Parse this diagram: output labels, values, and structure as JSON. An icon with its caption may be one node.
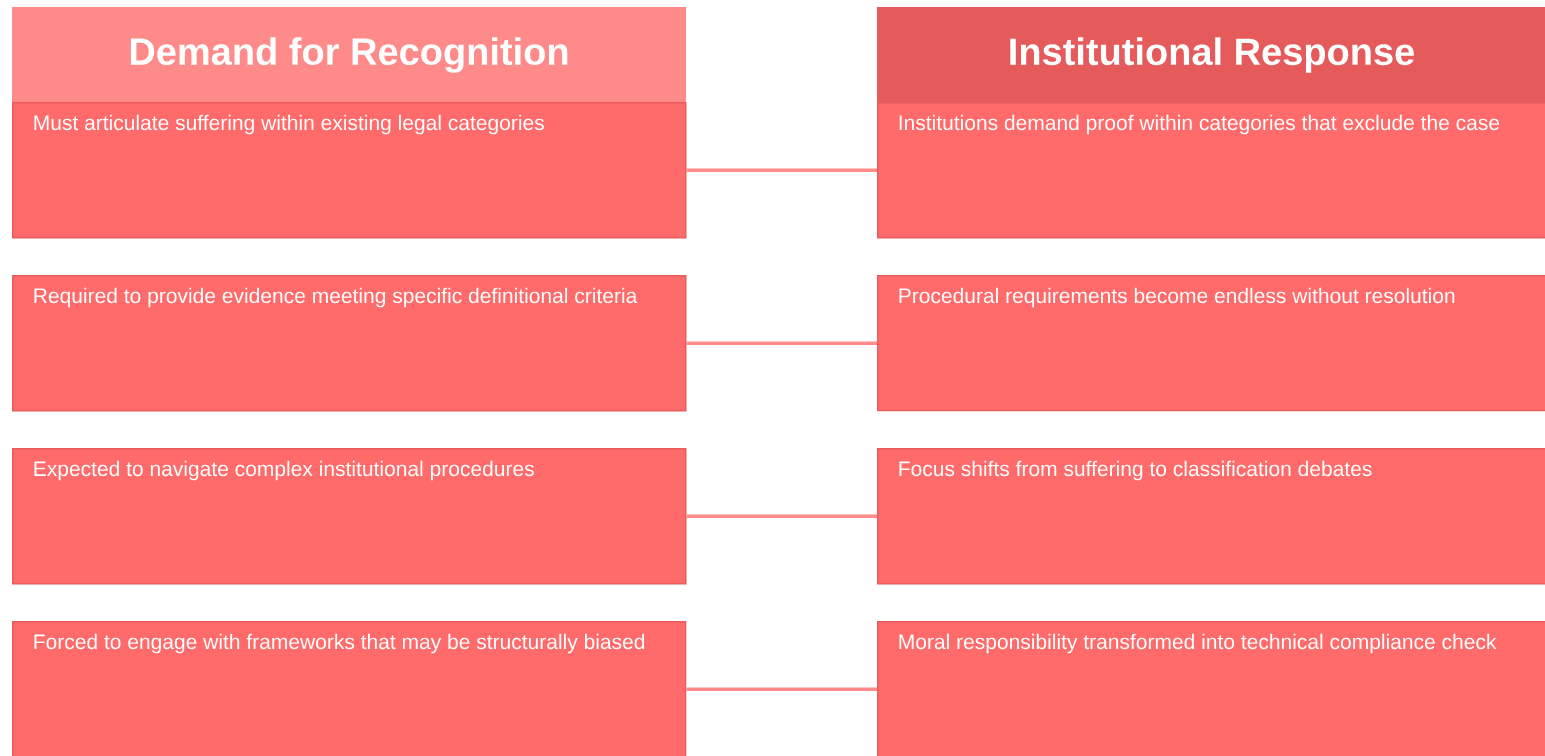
{
  "diagram": {
    "nodes": [
      {
        "text": [
          "Demand for Recognition"
        ]
      },
      {
        "text": [
          "Institutional Response"
        ]
      },
      {
        "text": [
          "Must articulate suffering within existing legal categories"
        ]
      },
      {
        "text": [
          "Institutions demand proof within categories that exclude the case"
        ]
      },
      {
        "text": [
          "Required to provide evidence meeting specific definitional criteria"
        ]
      },
      {
        "text": [
          "Procedural requirements become endless without resolution"
        ]
      },
      {
        "text": [
          "Expected to navigate complex institutional procedures"
        ]
      },
      {
        "text": [
          "Focus shifts from suffering to classification debates"
        ]
      },
      {
        "text": [
          "Forced to engage with frameworks that may be structurally biased"
        ]
      },
      {
        "text": [
          "Moral responsibility transformed into technical compliance check"
        ]
      }
    ],
    "edges": [
      {
        "from": 2,
        "to": 3,
        "arrow": "none"
      },
      {
        "from": 4,
        "to": 5,
        "arrow": "none"
      },
      {
        "from": 6,
        "to": 7,
        "arrow": "none"
      },
      {
        "from": 8,
        "to": 9,
        "arrow": "none"
      }
    ]
  }
}
